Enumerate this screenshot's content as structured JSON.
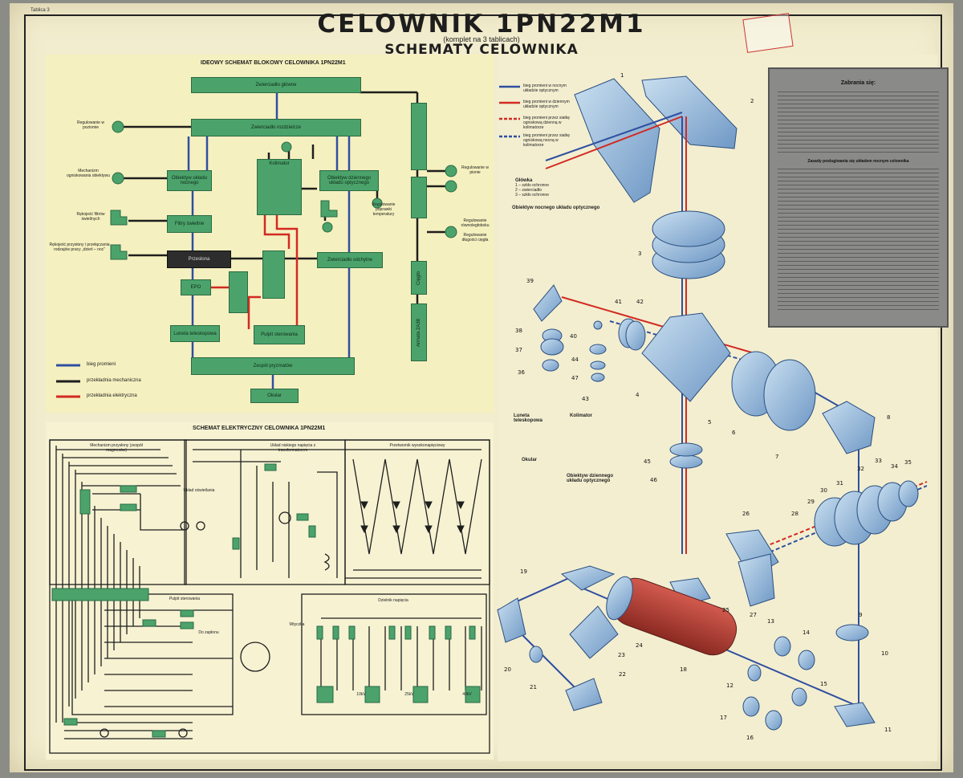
{
  "header": {
    "title": "CELOWNIK 1PN22M1",
    "subtitle": "(komplet na 3 tablicach)",
    "section_title": "SCHEMATY CELOWNIKA",
    "left_ref": "Tablica 3"
  },
  "block_diagram": {
    "title": "IDEOWY SCHEMAT BLOKOWY CELOWNIKA 1PN22M1",
    "boxes": {
      "main_mirror": "Zwierciadło główne",
      "split_mirror": "Zwierciadło rozdzielcze",
      "night_lens": "Obiektyw układu nocnego",
      "collimator": "Kolimator",
      "day_lens": "Obiektyw dziennego układu optycznego",
      "filters": "Filtry świetlne",
      "shield": "Przesłona",
      "epo": "EPO",
      "reflect_mirror": "Zwierciadło odchylne",
      "telescope": "Luneta teleskopowa",
      "control_panel": "Pulpit sterowania",
      "prism_set": "Zespół pryzmatów",
      "eyepiece": "Okular",
      "rods": "Cięgło",
      "gear": "Armata 2A38"
    },
    "labels": {
      "horizontal": "Regulowanie w poziomie",
      "focus": "Mechanizm ogniskowania obiektywu",
      "filter_handle": "Rękojeść filtrów świetlnych",
      "mode_handle": "Rękojeść przysłony i przełączania rodzajów pracy „dzień – noc”",
      "vertical": "Regulowanie w pionie",
      "parallel": "Regulowanie równoległoboku",
      "rod_length": "Regulowanie długości cięgła",
      "temperature": "Regulowanie poprawki temperatury"
    },
    "legend": [
      "bieg promieni",
      "przekładnia mechaniczna",
      "przekładnia elektryczna"
    ]
  },
  "electrical": {
    "title": "SCHEMAT ELEKTRYCZNY CELOWNIKA 1PN22M1",
    "labels": {
      "magnet": "Mechanizm przysłony (zespół magnesów)",
      "lowvolt": "Układ niskiego napięcia z transformatorem",
      "highvolt": "Przetwornik wysokonapięciowy",
      "illum": "Układ oświetlania",
      "panel": "Pulpit sterowania",
      "plug": "Wtyczka",
      "ignition": "Do zapłonu",
      "divider": "Dzielnik napięcia",
      "v10": "10kV",
      "v25": "25kV",
      "v40": "40kV"
    }
  },
  "optical_key": {
    "head_title": "Główka",
    "head_items": [
      "1 – szkło ochronne",
      "2 – zwierciadło",
      "3 – szkło ochronne"
    ],
    "lens_title": "Obiektyw nocnego układu optycznego",
    "telescope_title": "Luneta teleskopowa",
    "eyepiece_title": "Okular",
    "collimator_title": "Kolimator",
    "day_title": "Obiektyw dziennego układu optycznego",
    "legend": [
      "bieg promieni w nocnym układzie optycznym",
      "bieg promieni w dziennym układzie optycznym",
      "bieg promieni przez siatkę ogniskową dzienną w kolimatorze",
      "bieg promieni przez siatkę ogniskową nocną w kolimatorze"
    ]
  },
  "warning": {
    "title": "Zabrania się:",
    "subtitle": "Zasady posługiwania się układem nocnym celownika"
  },
  "part_numbers": [
    "1",
    "2",
    "3",
    "4",
    "5",
    "6",
    "7",
    "8",
    "9",
    "10",
    "11",
    "12",
    "13",
    "14",
    "15",
    "16",
    "17",
    "18",
    "19",
    "20",
    "21",
    "22",
    "23",
    "24",
    "25",
    "26",
    "27",
    "28",
    "29",
    "30",
    "31",
    "32",
    "33",
    "34",
    "35",
    "36",
    "37",
    "38",
    "39",
    "40",
    "41",
    "42",
    "43",
    "44",
    "45",
    "46",
    "47"
  ],
  "colors": {
    "box_green": "#4ba36b",
    "optics_blue": "#8fb3d6",
    "ray_red": "#d22a22",
    "ray_blue": "#2f4fa0",
    "tube_red": "#b23a30"
  }
}
